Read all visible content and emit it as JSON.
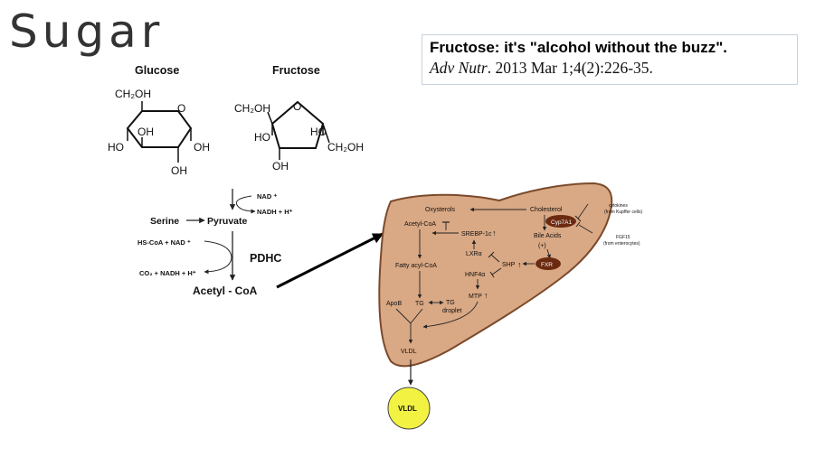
{
  "slide": {
    "title": "Sugar"
  },
  "citation": {
    "title": "Fructose: it's \"alcohol without the buzz\".",
    "journal": "Adv Nutr",
    "details": ". 2013 Mar 1;4(2):226-35."
  },
  "glucose": {
    "name": "Glucose",
    "ch2oh": "CH₂OH",
    "ring_o": "O",
    "oh_left": "HO",
    "oh_inner": "OH",
    "oh_right": "OH",
    "oh_bottom": "OH"
  },
  "fructose": {
    "name": "Fructose",
    "ch2oh_left": "CH₂OH",
    "ring_o": "O",
    "oh_left": "HO",
    "oh_inner": "HO",
    "ch2oh_right": "CH₂OH",
    "oh_bottom": "OH"
  },
  "pathway": {
    "nad": "NAD ⁺",
    "nadh": "NADH + H⁺",
    "serine": "Serine",
    "pyruvate": "Pyruvate",
    "hscoa": "HS-CoA + NAD ⁺",
    "pdhc": "PDHC",
    "co2": "CO₂ + NADH + H⁺",
    "acetylcoa": "Acetyl - CoA"
  },
  "liver": {
    "oxysterols": "Oxysterols",
    "cholesterol": "Cholesterol",
    "cyp7a1": "Cyp7A1",
    "cytokines": "cytokines",
    "cytokines_src": "(from Kupffer cells)",
    "acetyl_coa": "Acetyl-CoA",
    "srebp": "SREBP-1c",
    "bile_acids": "Bile Acids",
    "plus": "(+)",
    "fgf15": "FGF15",
    "fgf15_src": "(from enterocytes)",
    "lxr": "LXRα",
    "fatty_acyl": "Fatty acyl-CoA",
    "shp": "SHP",
    "fxr": "FXR",
    "hnf4": "HNF4α",
    "mtp": "MTP",
    "apob": "ApoB",
    "tg": "TG",
    "tg_droplet_1": "TG",
    "tg_droplet_2": "droplet",
    "vldl": "VLDL",
    "vldl_out": "VLDL",
    "up_arrow": "↑"
  },
  "colors": {
    "liver_fill": "#d9a884",
    "liver_stroke": "#7a4a2c",
    "enzyme_fill": "#6b2a10",
    "vldl_fill": "#f2f242"
  }
}
